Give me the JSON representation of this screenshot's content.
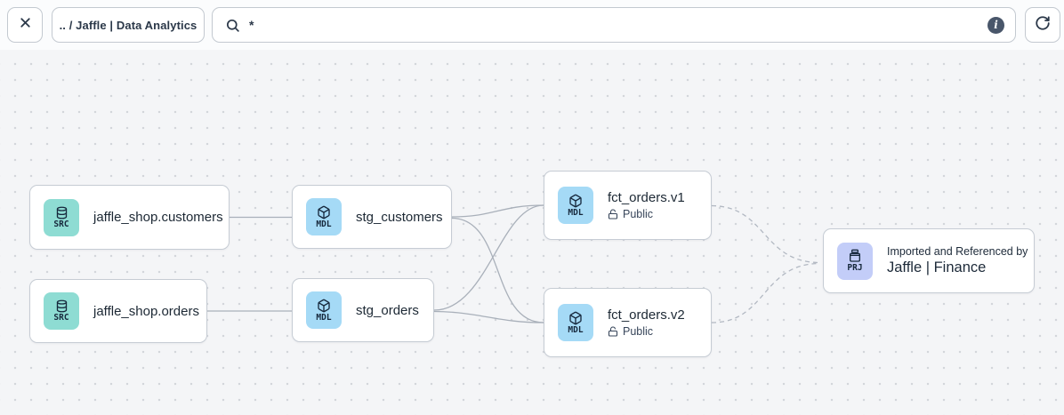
{
  "toolbar": {
    "breadcrumb": ".. / Jaffle | Data Analytics",
    "search": {
      "value": "*",
      "placeholder": ""
    },
    "icons": {
      "close": "x-icon",
      "search": "magnifier-icon",
      "info": "info-circle-icon",
      "refresh": "refresh-cw-icon"
    }
  },
  "colors": {
    "canvas_bg": "#f4f5f7",
    "dot": "#d3d6db",
    "card_border": "#c6ccd4",
    "edge": "#a9b0ba",
    "badge_source": "#8edcd3",
    "badge_model": "#a5daf6",
    "badge_project": "#c3cdf8",
    "text_dark": "#1c2834"
  },
  "nodes": [
    {
      "id": "src-customers",
      "type": "source",
      "badge": "SRC",
      "label": "jaffle_shop.customers"
    },
    {
      "id": "src-orders",
      "type": "source",
      "badge": "SRC",
      "label": "jaffle_shop.orders"
    },
    {
      "id": "stg-customers",
      "type": "model",
      "badge": "MDL",
      "label": "stg_customers"
    },
    {
      "id": "stg-orders",
      "type": "model",
      "badge": "MDL",
      "label": "stg_orders"
    },
    {
      "id": "fct-orders-v1",
      "type": "model",
      "badge": "MDL",
      "label": "fct_orders.v1",
      "access": "Public"
    },
    {
      "id": "fct-orders-v2",
      "type": "model",
      "badge": "MDL",
      "label": "fct_orders.v2",
      "access": "Public"
    },
    {
      "id": "prj-finance",
      "type": "project",
      "badge": "PRJ",
      "label_small": "Imported and Referenced by",
      "label": "Jaffle | Finance"
    }
  ],
  "edges": [
    {
      "from": "src-customers",
      "to": "stg-customers",
      "style": "solid"
    },
    {
      "from": "src-orders",
      "to": "stg-orders",
      "style": "solid"
    },
    {
      "from": "stg-customers",
      "to": "fct-orders-v1",
      "style": "solid"
    },
    {
      "from": "stg-customers",
      "to": "fct-orders-v2",
      "style": "solid"
    },
    {
      "from": "stg-orders",
      "to": "fct-orders-v1",
      "style": "solid"
    },
    {
      "from": "stg-orders",
      "to": "fct-orders-v2",
      "style": "solid"
    },
    {
      "from": "fct-orders-v1",
      "to": "prj-finance",
      "style": "dashed"
    },
    {
      "from": "fct-orders-v2",
      "to": "prj-finance",
      "style": "dashed"
    }
  ]
}
